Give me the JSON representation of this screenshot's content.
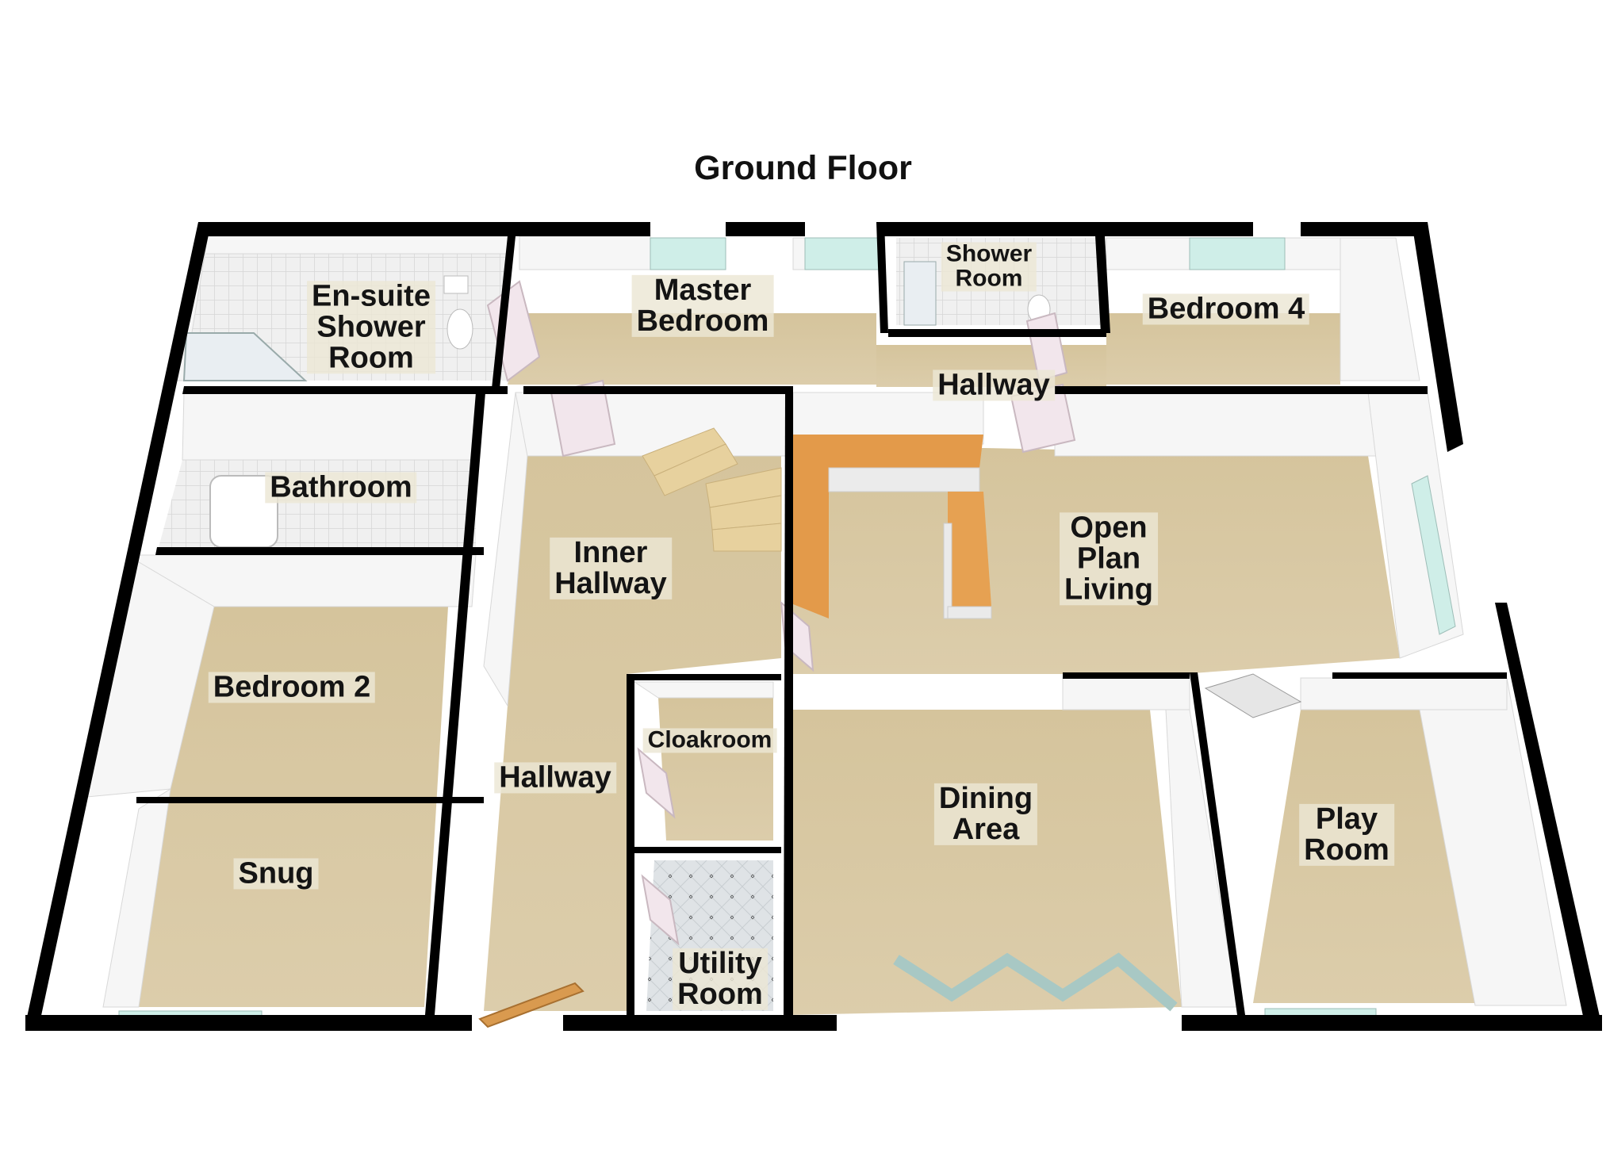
{
  "floor": {
    "title": "Ground Floor"
  },
  "rooms": [
    {
      "id": "ensuite",
      "name": "En-suite\nShower\nRoom"
    },
    {
      "id": "master",
      "name": "Master\nBedroom"
    },
    {
      "id": "shower",
      "name": "Shower\nRoom"
    },
    {
      "id": "bed4",
      "name": "Bedroom 4"
    },
    {
      "id": "hallway-top",
      "name": "Hallway"
    },
    {
      "id": "bathroom",
      "name": "Bathroom"
    },
    {
      "id": "inner-hallway",
      "name": "Inner\nHallway"
    },
    {
      "id": "open-plan",
      "name": "Open\nPlan\nLiving"
    },
    {
      "id": "bed2",
      "name": "Bedroom 2"
    },
    {
      "id": "cloakroom",
      "name": "Cloakroom"
    },
    {
      "id": "hallway",
      "name": "Hallway"
    },
    {
      "id": "dining",
      "name": "Dining\nArea"
    },
    {
      "id": "playroom",
      "name": "Play\nRoom"
    },
    {
      "id": "snug",
      "name": "Snug"
    },
    {
      "id": "utility",
      "name": "Utility\nRoom"
    }
  ],
  "colors": {
    "floor_carpet": "#d9caa5",
    "floor_tile": "#eeeeee",
    "wall_inner": "#f4f4f4",
    "wall_top": "#000000",
    "kitchen_worktop": "#e39a4a",
    "window": "#cfeee8"
  }
}
